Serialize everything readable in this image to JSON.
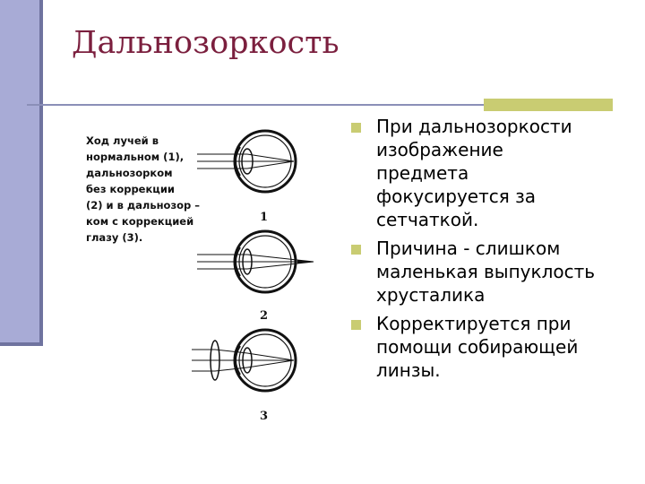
{
  "slide": {
    "title": "Дальнозоркость",
    "caption_lines": [
      "Ход лучей в",
      "нормальном (1),",
      "дальнозорком",
      "без коррекции",
      "(2) и в дальнозор –",
      "ком с коррекцией",
      "глазу (3)."
    ],
    "figure_numbers": [
      "1",
      "2",
      "3"
    ],
    "bullets": [
      {
        "lines": [
          "При дальнозоркости",
          "изображение",
          "предмета",
          "фокусируется за",
          "сетчаткой."
        ]
      },
      {
        "lines": [
          "Причина - слишком",
          "маленькая выпуклость",
          "хрусталика"
        ]
      },
      {
        "lines": [
          "Корректируется при",
          "помощи собирающей",
          "линзы."
        ]
      }
    ],
    "colors": {
      "title": "#7b1f3e",
      "accent_bar": "#a8abd6",
      "bullet_marker": "#c9cc72",
      "rule": "#8b8fb8"
    }
  }
}
